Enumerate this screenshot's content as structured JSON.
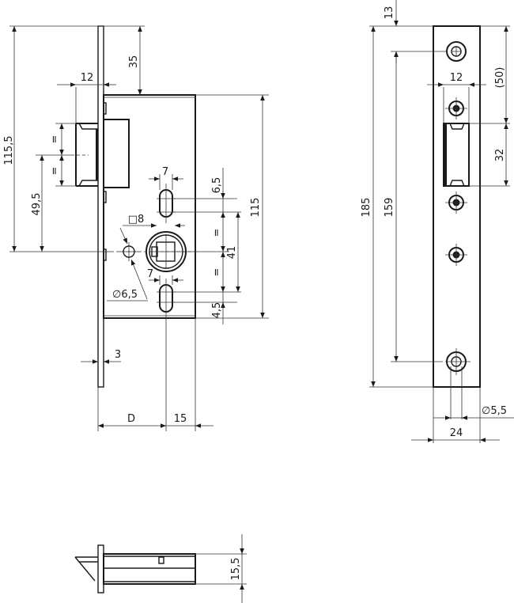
{
  "title": "Mortise lock technical drawing",
  "front_view": {
    "dimensions": {
      "overall_height_to_follower": "115,5",
      "top_to_body": "35",
      "latch_projection": "12",
      "latch_equal_upper": "=",
      "latch_equal_lower": "=",
      "latch_to_follower": "49,5",
      "slot_width_upper": "7",
      "slot_offset_upper": "6,5",
      "follower_square": "□8",
      "follower_equal_upper": "=",
      "follower_equal_lower": "=",
      "slot_spacing": "41",
      "body_height": "115",
      "slot_width_lower": "7",
      "hole_diameter": "∅6,5",
      "slot_offset_lower": "4,5",
      "faceplate_thickness": "3",
      "backset": "D",
      "body_depth_offset": "15"
    }
  },
  "faceplate_view": {
    "dimensions": {
      "top_offset": "13",
      "screw_to_latch": "(50)",
      "latch_width": "12",
      "latch_height": "32",
      "overall_length": "185",
      "screw_spacing": "159",
      "screw_hole_diameter": "∅5,5",
      "faceplate_width": "24"
    }
  },
  "bottom_view": {
    "dimensions": {
      "body_thickness": "15,5"
    }
  }
}
